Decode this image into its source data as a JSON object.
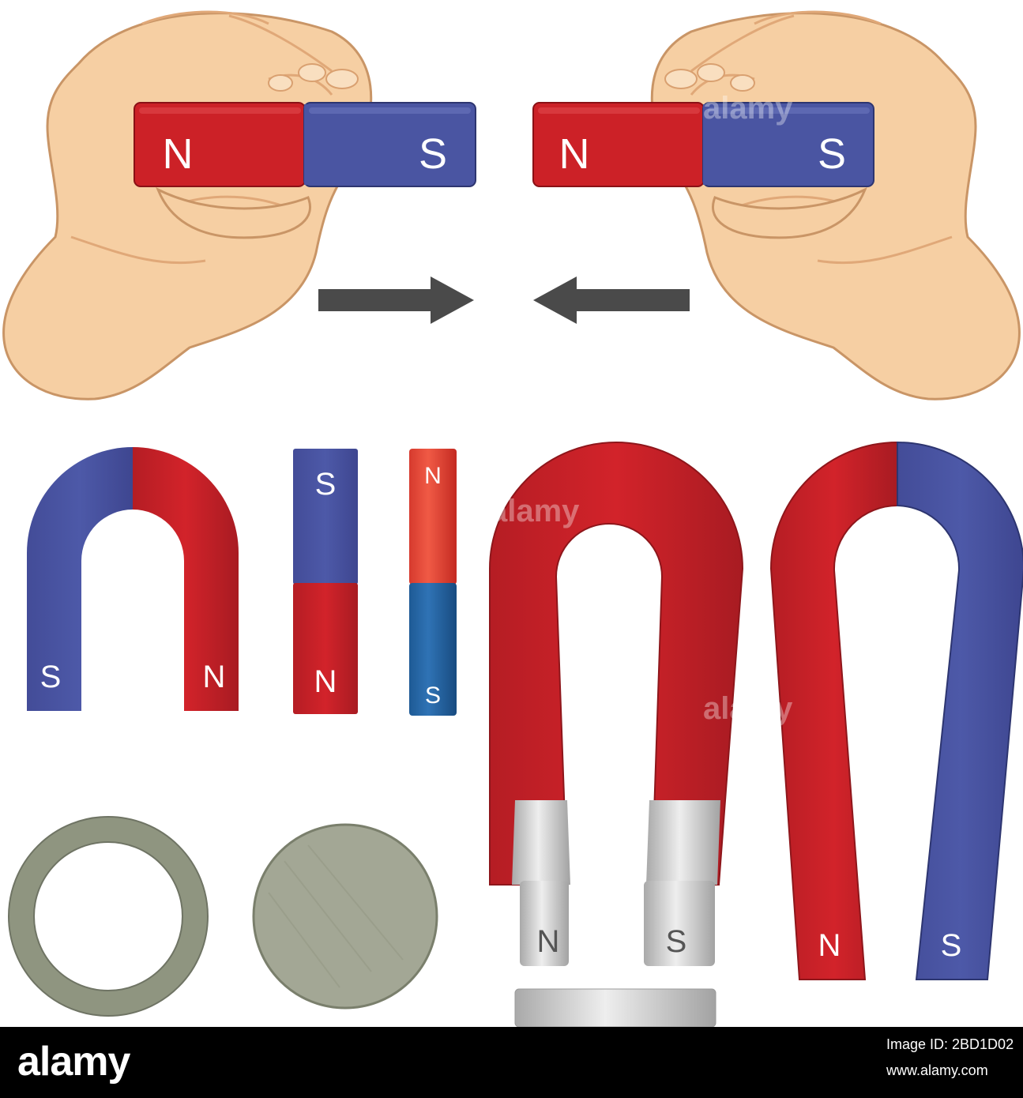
{
  "colors": {
    "red": "#cc2127",
    "blue": "#4a55a2",
    "skin": "#f6cfa3",
    "arrow": "#4a4a4a",
    "metal": "#8f9580",
    "silver": "#cfcfcf"
  },
  "bar_magnet_left": {
    "north": "N",
    "south": "S"
  },
  "bar_magnet_right": {
    "north": "N",
    "south": "S"
  },
  "small_horseshoe": {
    "left_pole": "S",
    "right_pole": "N"
  },
  "rect_magnet": {
    "top_pole": "S",
    "bottom_pole": "N"
  },
  "cylinder_magnet": {
    "top_pole": "N",
    "bottom_pole": "S"
  },
  "silver_horseshoe": {
    "left_pole": "N",
    "right_pole": "S"
  },
  "large_horseshoe": {
    "left_pole": "N",
    "right_pole": "S"
  },
  "watermark": "alamy",
  "footer": {
    "brand": "alamy",
    "image_id": "Image ID: 2BD1D02",
    "site": "www.alamy.com"
  }
}
